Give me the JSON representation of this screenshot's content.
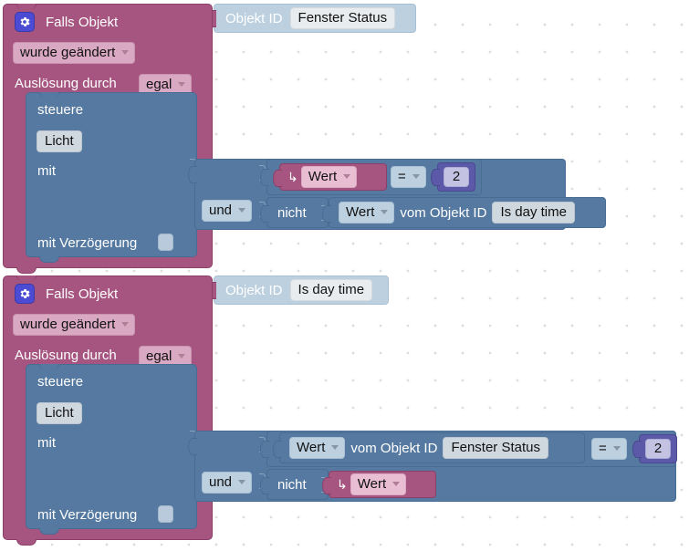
{
  "app": {
    "editor": "blockly-workspace",
    "language": "de"
  },
  "colors": {
    "trigger_block": "#a5557f",
    "action_block": "#5579a0",
    "objectid_block": "#bcd0e0",
    "number_block": "#5b59a8",
    "canvas_background": "#ffffff",
    "grid_dot": "#dcdcdc"
  },
  "scripts": [
    {
      "id": "script-1",
      "trigger": {
        "icon": "gear-icon",
        "title": "Falls Objekt",
        "condition": "wurde geändert",
        "source_label": "Auslösung durch",
        "source_value": "egal",
        "objectid_label": "Objekt ID",
        "objectid_value": "Fenster Status"
      },
      "action": {
        "verb": "steuere",
        "target": "Licht",
        "with_label": "mit",
        "delay_label": "mit Verzögerung",
        "delay_checked": false
      },
      "logic": {
        "operator": "und",
        "left": {
          "type": "value-pink",
          "arrow": "↳",
          "name": "Wert",
          "comparator": "=",
          "number": "2"
        },
        "right": {
          "type": "not",
          "negate_label": "nicht",
          "name": "Wert",
          "objectid_label": "vom Objekt ID",
          "objectid_value": "Is day time"
        }
      }
    },
    {
      "id": "script-2",
      "trigger": {
        "icon": "gear-icon",
        "title": "Falls Objekt",
        "condition": "wurde geändert",
        "source_label": "Auslösung durch",
        "source_value": "egal",
        "objectid_label": "Objekt ID",
        "objectid_value": "Is day time"
      },
      "action": {
        "verb": "steuere",
        "target": "Licht",
        "with_label": "mit",
        "delay_label": "mit Verzögerung",
        "delay_checked": false
      },
      "logic": {
        "operator": "und",
        "left": {
          "type": "value-blue",
          "name": "Wert",
          "objectid_label": "vom Objekt ID",
          "objectid_value": "Fenster Status",
          "comparator": "=",
          "number": "2"
        },
        "right": {
          "type": "not",
          "negate_label": "nicht",
          "arrow": "↳",
          "name": "Wert"
        }
      }
    }
  ]
}
